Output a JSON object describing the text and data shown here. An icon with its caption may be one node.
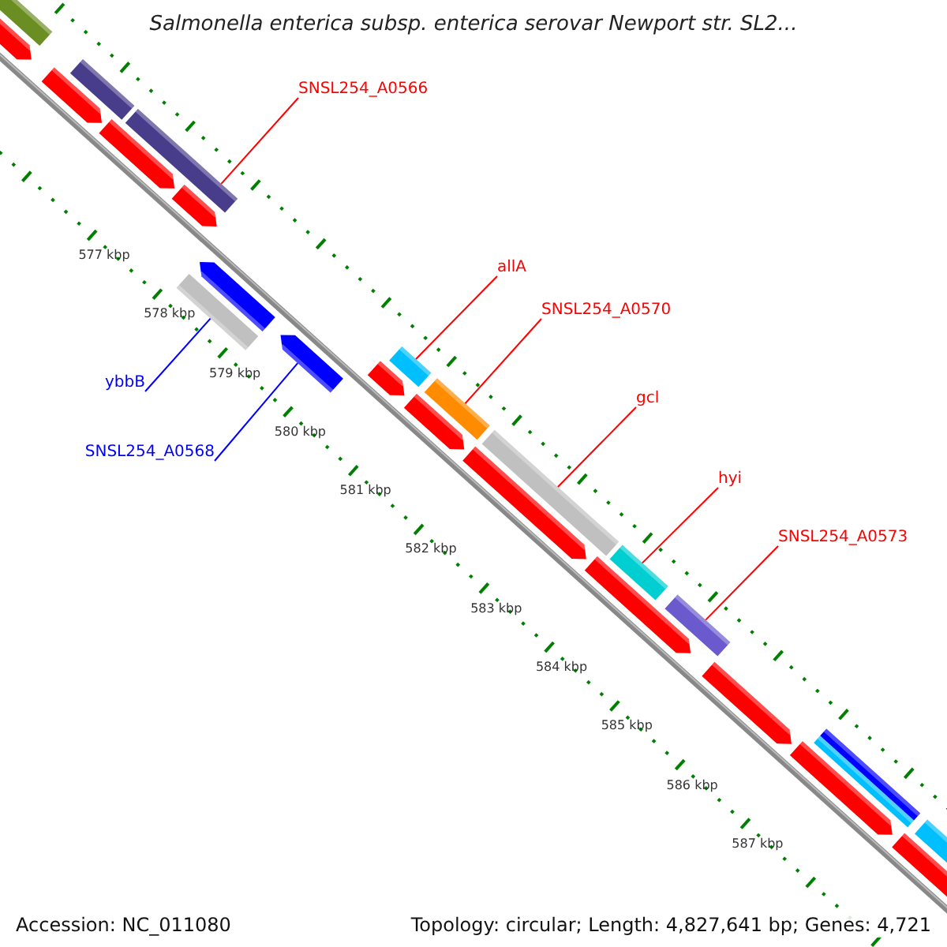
{
  "diagram": {
    "title": "Salmonella enterica subsp. enterica serovar Newport str. SL2...",
    "nodes": [
      {
        "text": [
          "SNSL254_A0566"
        ]
      },
      {
        "text": [],
        "shape": "bar"
      },
      {
        "text": [
          "allA"
        ]
      },
      {
        "text": [],
        "shape": "bar"
      },
      {
        "text": [
          "SNSL254_A0570"
        ]
      },
      {
        "text": [],
        "shape": "bar"
      },
      {
        "text": [
          "gcl"
        ]
      },
      {
        "text": [],
        "shape": "bar"
      },
      {
        "text": [
          "hyi"
        ]
      },
      {
        "text": [],
        "shape": "bar"
      },
      {
        "text": [
          "SNSL254_A0573"
        ]
      },
      {
        "text": [],
        "shape": "bar"
      },
      {
        "text": [
          "ybbB"
        ]
      },
      {
        "text": [],
        "shape": "bar"
      },
      {
        "text": [
          "SNSL254_A0568"
        ]
      },
      {
        "text": [],
        "shape": "bar"
      }
    ],
    "edges": [
      {
        "from": 0,
        "to": 1,
        "arrow": "none"
      },
      {
        "from": 2,
        "to": 3,
        "arrow": "none"
      },
      {
        "from": 4,
        "to": 5,
        "arrow": "none"
      },
      {
        "from": 6,
        "to": 7,
        "arrow": "none"
      },
      {
        "from": 8,
        "to": 9,
        "arrow": "none"
      },
      {
        "from": 10,
        "to": 11,
        "arrow": "none"
      },
      {
        "from": 12,
        "to": 13,
        "arrow": "none",
        "color": "#0000ff"
      },
      {
        "from": 14,
        "to": 15,
        "arrow": "none",
        "color": "#0000ff"
      }
    ],
    "labels": [
      "577 kbp",
      "578 kbp",
      "579 kbp",
      "580 kbp",
      "581 kbp",
      "582 kbp",
      "583 kbp",
      "584 kbp",
      "585 kbp",
      "586 kbp",
      "587 kbp",
      "Accession: NC_011080",
      "Topology: circular; Length: 4,827,641 bp; Genes: 4,721"
    ]
  }
}
